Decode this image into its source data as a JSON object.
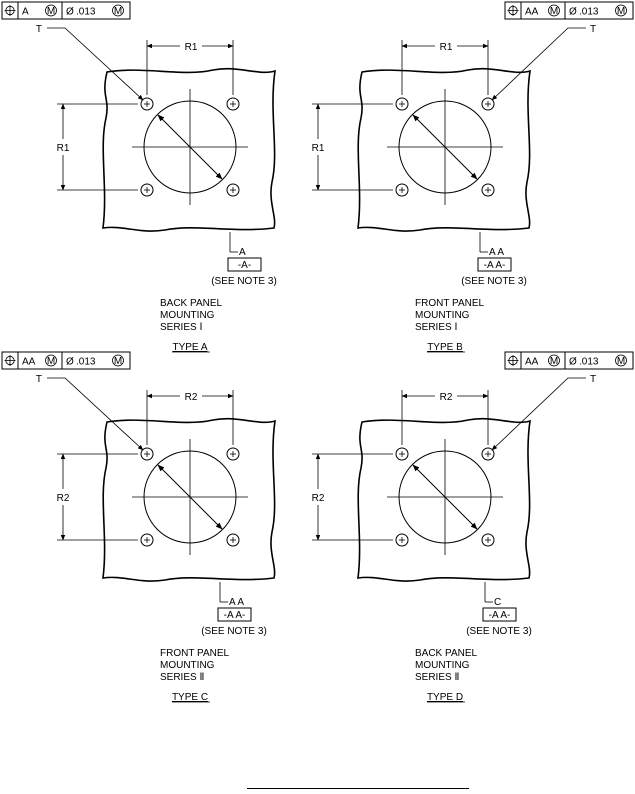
{
  "panels": [
    {
      "fcf": {
        "symbol": "⌖",
        "datum": "A",
        "modifier": "M",
        "dia": "Ø",
        "tol": ".013",
        "mod2": "M"
      },
      "t_label": "T",
      "r_label": "R1",
      "datum_label": "A",
      "datum_box": "-A-",
      "see_note": "(SEE NOTE 3)",
      "caption": [
        "BACK PANEL",
        "MOUNTING",
        "SERIES Ⅰ"
      ],
      "type": "TYPE  A"
    },
    {
      "fcf": {
        "symbol": "⌖",
        "datum": "AA",
        "modifier": "M",
        "dia": "Ø",
        "tol": ".013",
        "mod2": "M"
      },
      "t_label": "T",
      "r_label": "R1",
      "datum_label": "A A",
      "datum_box": "-A A-",
      "see_note": "(SEE NOTE 3)",
      "caption": [
        "FRONT PANEL",
        "MOUNTING",
        "SERIES Ⅰ"
      ],
      "type": "TYPE  B"
    },
    {
      "fcf": {
        "symbol": "⌖",
        "datum": "AA",
        "modifier": "M",
        "dia": "Ø",
        "tol": ".013",
        "mod2": "M"
      },
      "t_label": "T",
      "r_label": "R2",
      "datum_label": "A A",
      "datum_box": "-A A-",
      "see_note": "(SEE NOTE 3)",
      "caption": [
        "FRONT PANEL",
        "MOUNTING",
        "SERIES Ⅱ"
      ],
      "type": "TYPE  C"
    },
    {
      "fcf": {
        "symbol": "⌖",
        "datum": "AA",
        "modifier": "M",
        "dia": "Ø",
        "tol": ".013",
        "mod2": "M"
      },
      "t_label": "T",
      "r_label": "R2",
      "datum_label": "C",
      "datum_box": "-A A-",
      "see_note": "(SEE NOTE 3)",
      "caption": [
        "BACK PANEL",
        "MOUNTING",
        "SERIES Ⅱ"
      ],
      "type": "TYPE  D"
    }
  ]
}
